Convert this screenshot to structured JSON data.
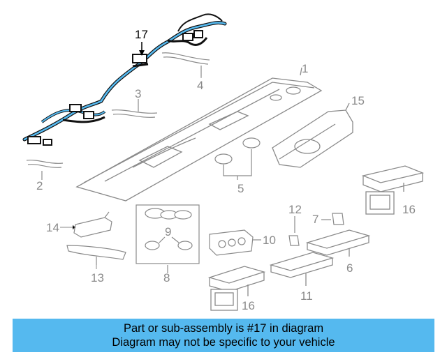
{
  "diagram": {
    "callouts": {
      "c1": "1",
      "c2": "2",
      "c3": "3",
      "c4": "4",
      "c5": "5",
      "c6": "6",
      "c7": "7",
      "c8": "8",
      "c9": "9",
      "c10": "10",
      "c11": "11",
      "c12": "12",
      "c13": "13",
      "c14": "14",
      "c15": "15",
      "c16a": "16",
      "c16b": "16",
      "c17": "17"
    },
    "highlight_part": "17",
    "colors": {
      "highlight": "#55b9ef",
      "outline": "#8a8a8a",
      "harness": "#111111"
    }
  },
  "banner": {
    "line1": "Part or sub-assembly is #17 in diagram",
    "line2": "Diagram may not be specific to your vehicle"
  }
}
